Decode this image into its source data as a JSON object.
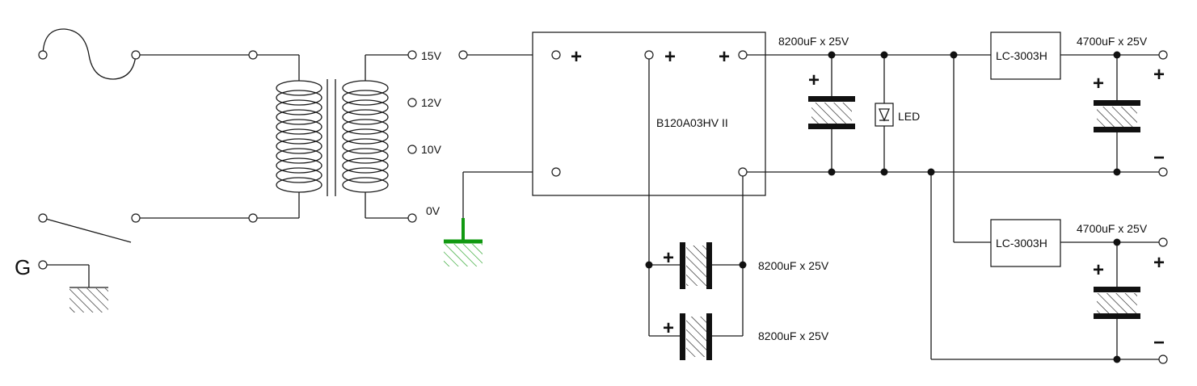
{
  "labels": {
    "ground": "G",
    "tap_15v": "15V",
    "tap_12v": "12V",
    "tap_10v": "10V",
    "tap_0v": "0V",
    "module": "B120A03HV II",
    "cap_main": "8200uF x 25V",
    "cap_bottom_1": "8200uF x 25V",
    "cap_bottom_2": "8200uF x 25V",
    "led": "LED",
    "reg_upper": "LC-3003H",
    "reg_lower": "LC-3003H",
    "cap_out_upper": "4700uF x 25V",
    "cap_out_lower": "4700uF x 25V",
    "plus": "+",
    "minus": "−"
  },
  "colors": {
    "wire": "#1a1a1a",
    "signal_ground": "#119911"
  }
}
